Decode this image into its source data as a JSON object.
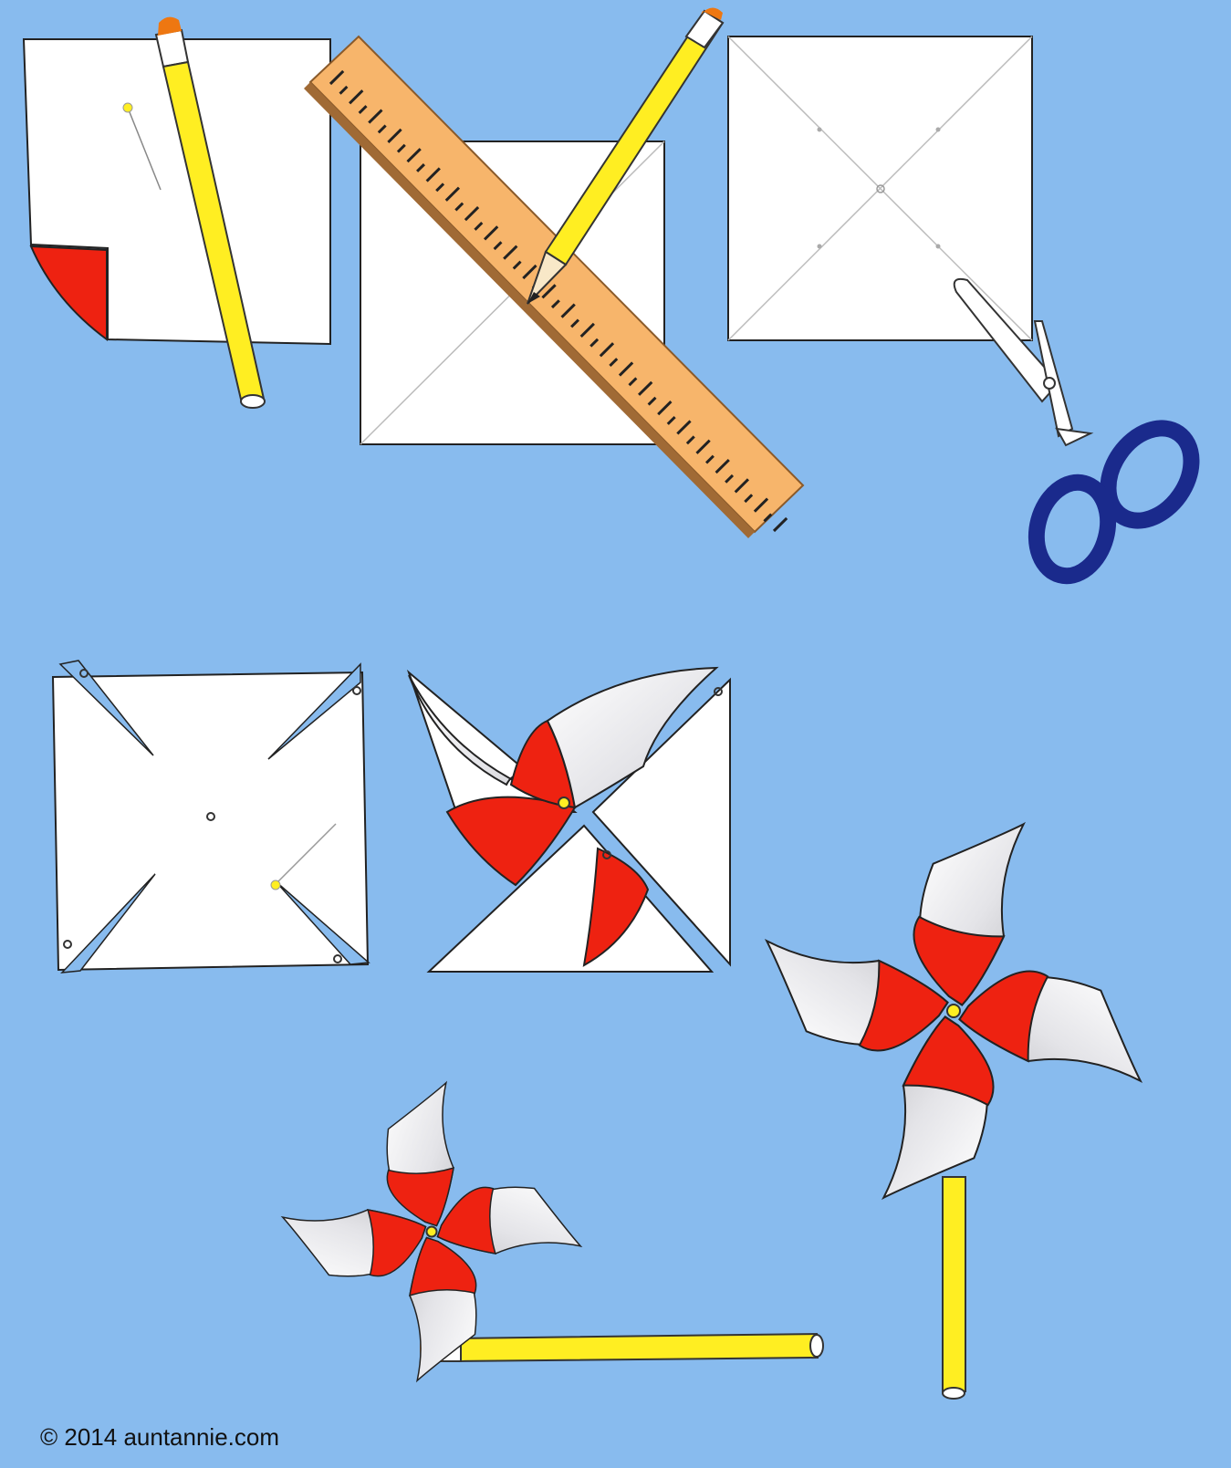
{
  "credit": "© 2014 auntannie.com",
  "colors": {
    "background": "#88bbee",
    "paper": "#ffffff",
    "red": "#ee2211",
    "pencil_yellow": "#ffee22",
    "eraser": "#ee7711",
    "ruler": "#f7b56b",
    "scissor_handles": "#1a2a8c"
  },
  "steps": [
    "fold-corner-square",
    "ruler-pencil-diagonals",
    "cut-with-scissors",
    "slit-and-punch",
    "fold-blades",
    "finished-pinwheel-on-pencil",
    "pinwheel-pinned-to-pencil"
  ]
}
